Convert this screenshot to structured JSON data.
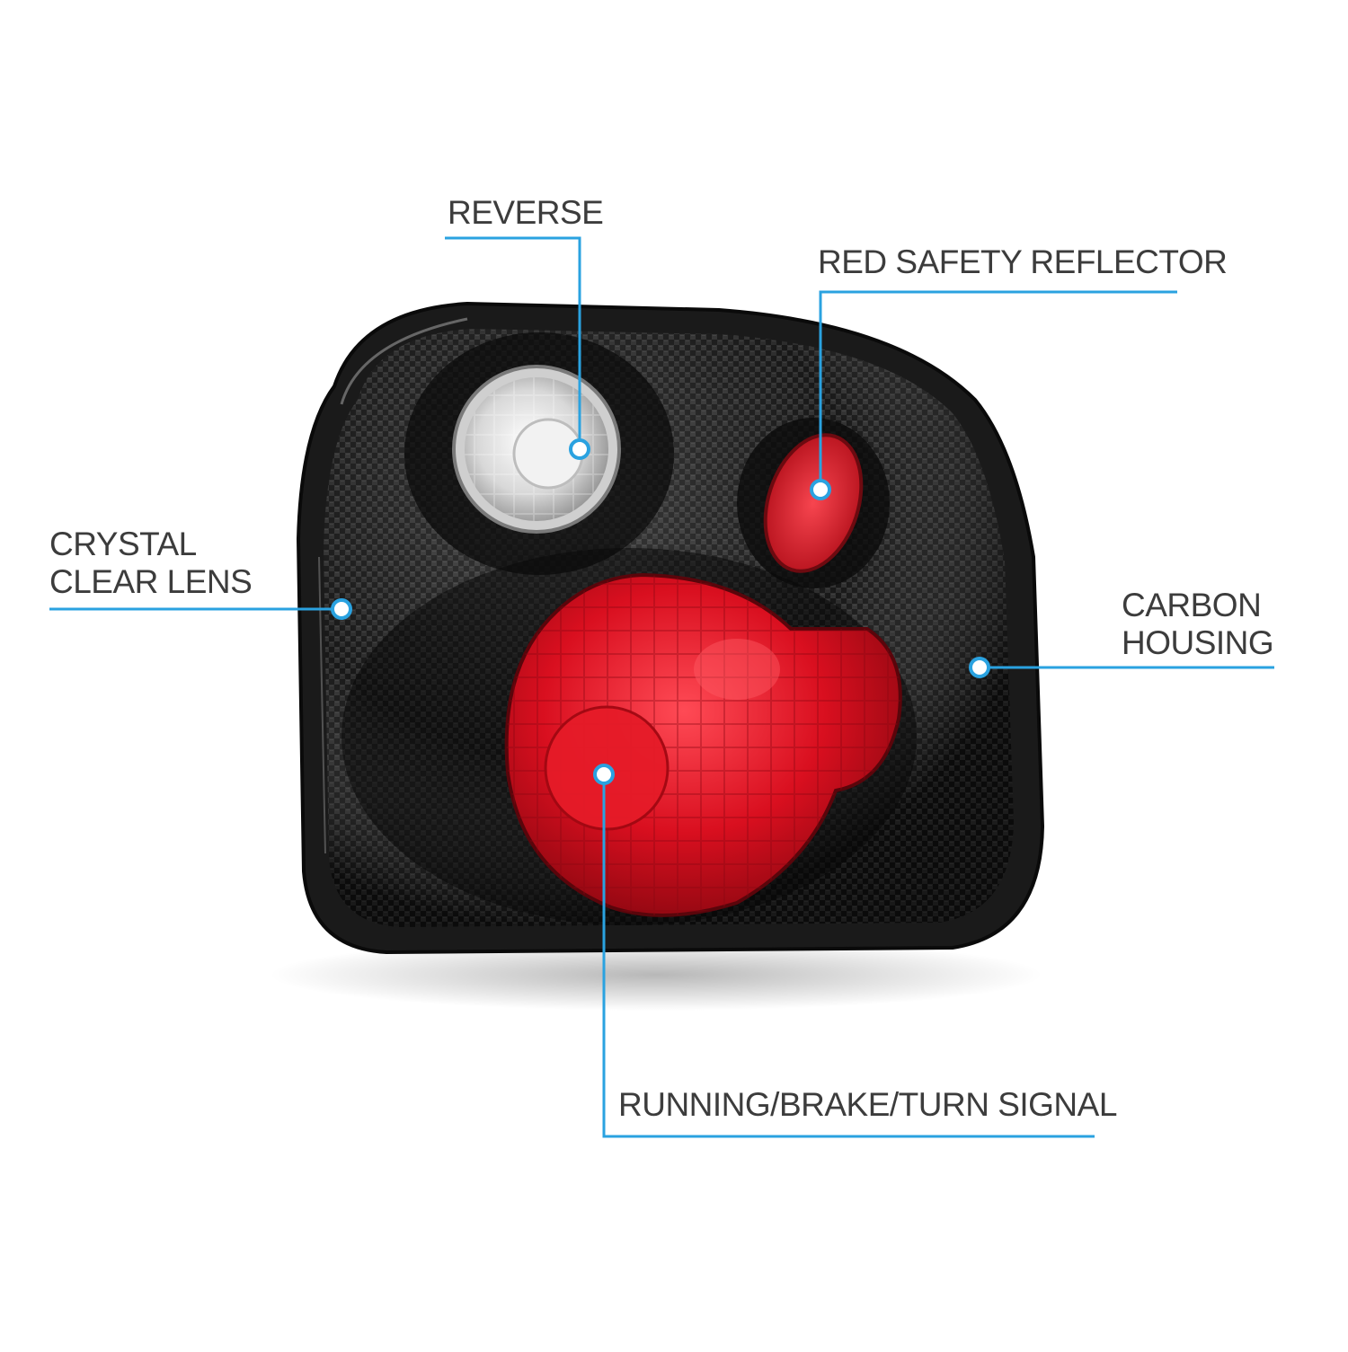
{
  "callouts": {
    "reverse": "REVERSE",
    "red_reflector": "RED SAFETY REFLECTOR",
    "crystal_lens_line1": "CRYSTAL",
    "crystal_lens_line2": "CLEAR LENS",
    "carbon_housing_line1": "CARBON",
    "carbon_housing_line2": "HOUSING",
    "running_brake_turn": "RUNNING/BRAKE/TURN SIGNAL"
  },
  "colors": {
    "callout_line": "#2aa2e0",
    "label_text": "#3c3c3c",
    "housing": "#151515",
    "red_lens": "#d4101e",
    "reverse_lens": "#e6e6e6"
  }
}
